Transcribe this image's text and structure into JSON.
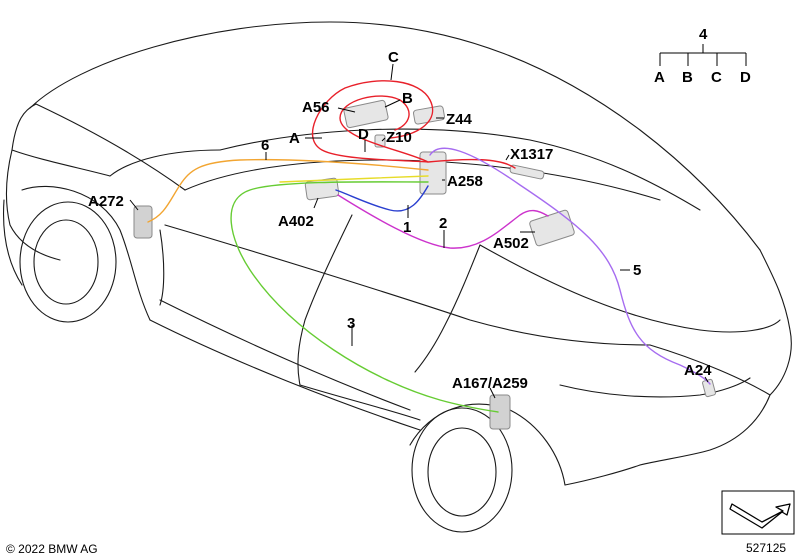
{
  "wire_colors": {
    "red": "#e8202a",
    "orange": "#f2a531",
    "green": "#66cc33",
    "blue": "#2a3fcf",
    "magenta": "#cc33cc",
    "purple": "#a66cf0",
    "yellow": "#e7dc2a"
  },
  "legend": {
    "root": "4",
    "branches": [
      "A",
      "B",
      "C",
      "D"
    ]
  },
  "labels": {
    "C": "C",
    "B": "B",
    "A56": "A56",
    "A": "A",
    "Z44": "Z44",
    "D": "D",
    "Z10": "Z10",
    "X1317": "X1317",
    "six": "6",
    "A258": "A258",
    "A272": "A272",
    "A402": "A402",
    "one": "1",
    "two": "2",
    "A502": "A502",
    "five": "5",
    "three": "3",
    "A24": "A24",
    "A167_A259": "A167/A259"
  },
  "footer": {
    "copyright": "© 2022 BMW AG",
    "diagram_number": "527125"
  }
}
